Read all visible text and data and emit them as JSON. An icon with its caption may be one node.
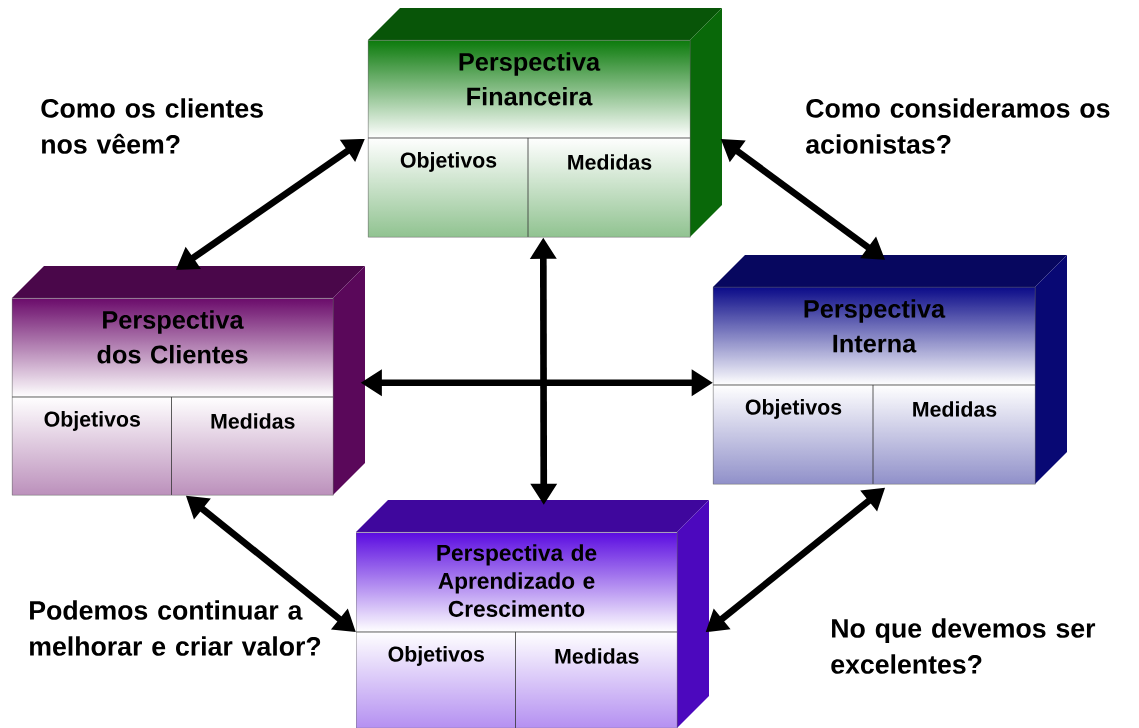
{
  "diagram": {
    "nodes": [
      {
        "text": [
          "Perspectiva Financeira",
          "Objetivos",
          "Medidas"
        ]
      },
      {
        "text": [
          "Perspectiva dos Clientes",
          "Objetivos",
          "Medidas"
        ]
      },
      {
        "text": [
          "Perspectiva Interna",
          "Objetivos",
          "Medidas"
        ]
      },
      {
        "text": [
          "Perspectiva de Aprendizado e Crescimento",
          "Objetivos",
          "Medidas"
        ]
      }
    ],
    "edges": [
      {
        "from": 0,
        "to": 1,
        "arrow": "both"
      },
      {
        "from": 0,
        "to": 2,
        "arrow": "both"
      },
      {
        "from": 1,
        "to": 3,
        "arrow": "both"
      },
      {
        "from": 2,
        "to": 3,
        "arrow": "both"
      },
      {
        "from": 0,
        "to": 3,
        "arrow": "both"
      },
      {
        "from": 1,
        "to": 2,
        "arrow": "both"
      }
    ],
    "labels": [
      "Como os clientes nos vêem?",
      "Como consideramos os acionistas?",
      "Podemos continuar a melhorar e criar valor?",
      "No que devemos ser excelentes?"
    ]
  }
}
